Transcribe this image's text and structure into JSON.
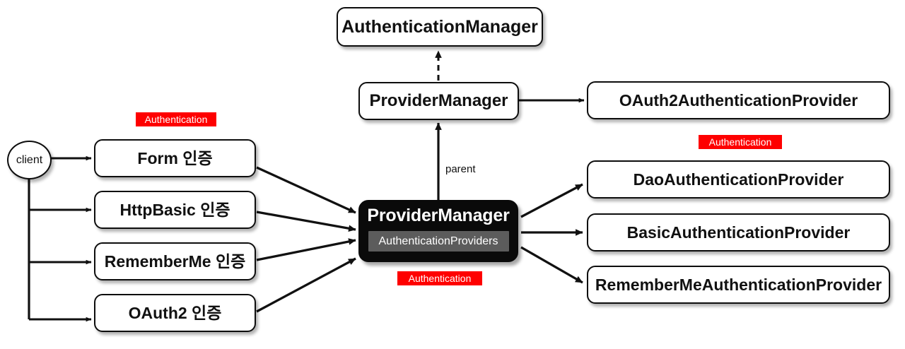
{
  "diagram": {
    "title": "Spring Security AuthenticationManager / ProviderManager flow",
    "colors": {
      "badge_bg": "#fe0000",
      "badge_fg": "#ffffff",
      "node_border": "#0d0d0d",
      "node_bg": "#ffffff",
      "dark_node_bg": "#0a0a0a",
      "dark_sub_bg": "#5c5c5c",
      "canvas_bg": "#ffffff",
      "edge": "#111111"
    }
  },
  "nodes": {
    "client": {
      "label": "client"
    },
    "authentication_manager": {
      "label": "AuthenticationManager"
    },
    "provider_manager_top": {
      "label": "ProviderManager"
    },
    "oauth2_provider": {
      "label": "OAuth2AuthenticationProvider"
    },
    "provider_manager_main": {
      "title": "ProviderManager",
      "sub": "AuthenticationProviders"
    },
    "dao_provider": {
      "label": "DaoAuthenticationProvider"
    },
    "basic_provider": {
      "label": "BasicAuthenticationProvider"
    },
    "rememberme_provider": {
      "label": "RememberMeAuthenticationProvider"
    },
    "filters": [
      {
        "label": "Form 인증"
      },
      {
        "label": "HttpBasic 인증"
      },
      {
        "label": "RememberMe 인증"
      },
      {
        "label": "OAuth2 인증"
      }
    ]
  },
  "badges": {
    "left_filters": "Authentication",
    "provider_manager": "Authentication",
    "right_providers": "Authentication"
  },
  "edge_labels": {
    "parent": "parent"
  }
}
